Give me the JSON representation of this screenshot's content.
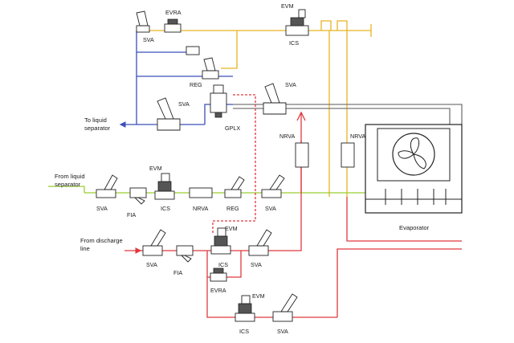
{
  "colors": {
    "liquid_line": "#9acd32",
    "suction_line": "#3b4fb8",
    "hot_gas_line": "#e0393e",
    "pilot_line": "#e6b422",
    "drain_line": "#e0393e",
    "evaporator": "#222222"
  },
  "icons": {
    "fan": "three-blade-fan-icon",
    "valve": "angle-valve-icon",
    "filter": "y-filter-icon",
    "arrow": "flow-arrow-icon"
  },
  "labels": {
    "to_liquid_separator_1": "To liquid",
    "to_liquid_separator_2": "separator",
    "from_liquid_separator_1": "From liquid",
    "from_liquid_separator_2": "separator",
    "from_discharge_1": "From discharge",
    "from_discharge_2": "line",
    "evaporator": "Evaporator"
  },
  "components": {
    "sva_top": "SVA",
    "evra_top": "EVRA",
    "evm_top": "EVM",
    "ics_top": "ICS",
    "reg_top": "REG",
    "sva_suction": "SVA",
    "gplx": "GPLX",
    "sva_suction_right": "SVA",
    "nrva_mid": "NRVA",
    "nrva_right": "NRVA",
    "evm_liquid": "EVM",
    "sva_liquid_1": "SVA",
    "fia_liquid": "FIA",
    "ics_liquid": "ICS",
    "nrva_liquid": "NRVA",
    "reg_liquid": "REG",
    "sva_liquid_2": "SVA",
    "sva_hot_1": "SVA",
    "fia_hot": "FIA",
    "evm_hot": "EVM",
    "ics_hot": "ICS",
    "sva_hot_2": "SVA",
    "evra_hot": "EVRA",
    "evm_bottom": "EVM",
    "ics_bottom": "ICS",
    "sva_bottom": "SVA"
  }
}
